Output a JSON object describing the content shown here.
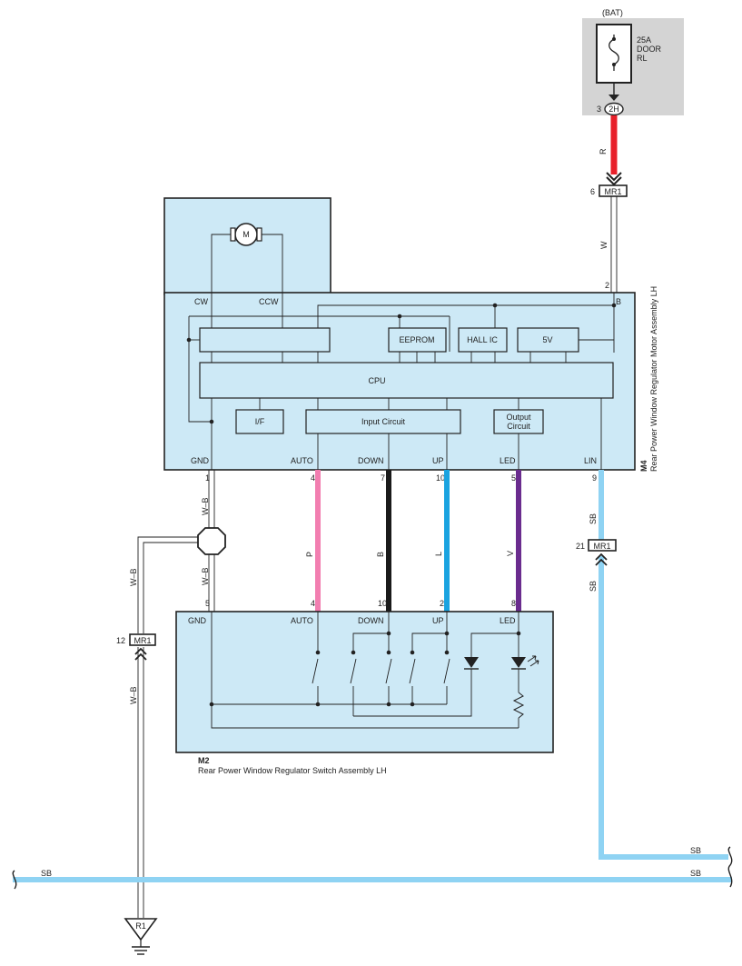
{
  "power": {
    "bat_label": "(BAT)",
    "fuse_rating": "25A",
    "fuse_name_line1": "DOOR",
    "fuse_name_line2": "RL",
    "connector_2h": "2H",
    "pin_2h": "3"
  },
  "connectors": {
    "mr1": "MR1",
    "pin_mr1_top": "6",
    "pin_mr1_lin": "21",
    "pin_mr1_gnd": "12",
    "r1": "R1"
  },
  "motor_assembly": {
    "code": "M4",
    "name": "Rear Power Window Regulator Motor Assembly LH",
    "motor_symbol": "M",
    "cw": "CW",
    "ccw": "CCW",
    "eeprom": "EEPROM",
    "hall_ic": "HALL IC",
    "five_v": "5V",
    "cpu": "CPU",
    "if": "I/F",
    "input_circuit": "Input Circuit",
    "output_circuit_l1": "Output",
    "output_circuit_l2": "Circuit",
    "b_pin_name": "B",
    "b_pin_no": "2",
    "pins": [
      {
        "name": "GND",
        "no": "1"
      },
      {
        "name": "AUTO",
        "no": "4"
      },
      {
        "name": "DOWN",
        "no": "7"
      },
      {
        "name": "UP",
        "no": "10"
      },
      {
        "name": "LED",
        "no": "5"
      },
      {
        "name": "LIN",
        "no": "9"
      }
    ]
  },
  "switch_assembly": {
    "code": "M2",
    "name": "Rear Power Window Regulator Switch Assembly LH",
    "pins": [
      {
        "name": "GND",
        "no": "5"
      },
      {
        "name": "AUTO",
        "no": "4"
      },
      {
        "name": "DOWN",
        "no": "10"
      },
      {
        "name": "UP",
        "no": "2"
      },
      {
        "name": "LED",
        "no": "8"
      }
    ]
  },
  "wires": {
    "red": "R",
    "white": "W",
    "wb": "W–B",
    "pink": "P",
    "black": "B",
    "blue": "L",
    "violet": "V",
    "skyblue": "SB"
  },
  "colors": {
    "red": "#e8202a",
    "pink": "#f27eb0",
    "black": "#1a1a1a",
    "blue": "#1aa3e0",
    "violet": "#6a2c8e",
    "skyblue": "#8fd3f3",
    "panel": "#cde9f6",
    "fuse_bg": "#d4d4d4"
  }
}
